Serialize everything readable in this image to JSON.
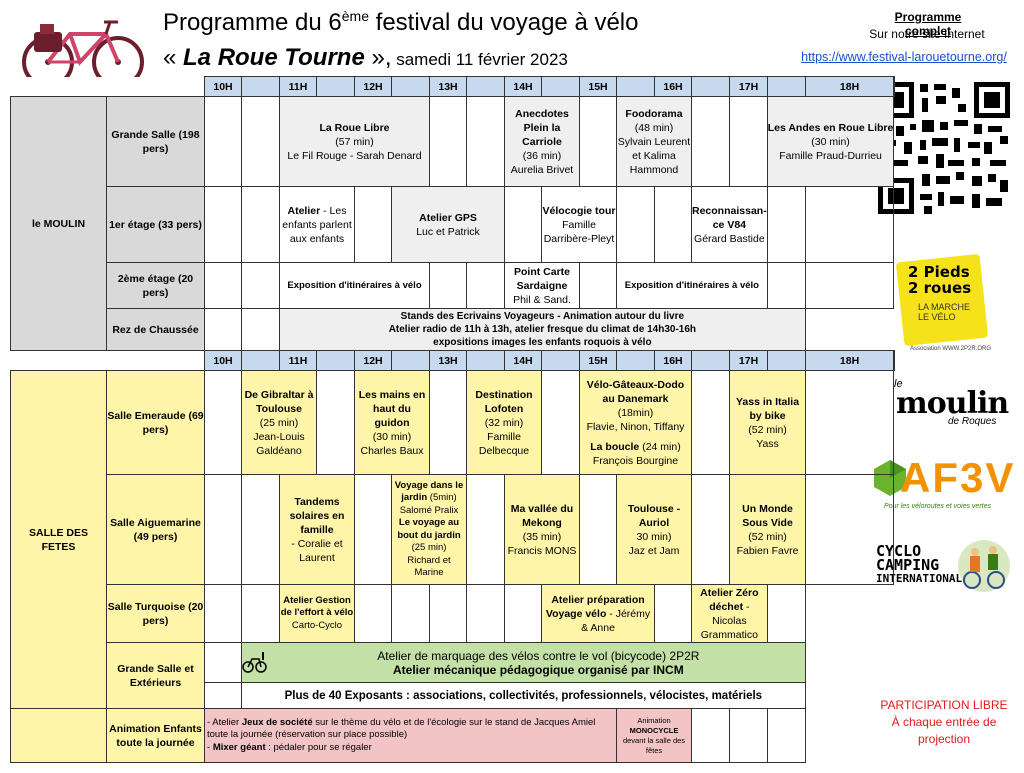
{
  "header": {
    "title_prefix": "Programme du 6",
    "title_sup": "ème",
    "title_suffix": " festival du voyage à vélo",
    "line2_open": "« ",
    "line2_name": "La Roue Tourne",
    "line2_close": " »,",
    "line2_date": " samedi 11 février 2023"
  },
  "program_link": {
    "title": "Programme complet",
    "subtitle": "Sur notre site Internet",
    "url": "https://www.festival-larouetourne.org/"
  },
  "hours": [
    "10H",
    "11H",
    "12H",
    "13H",
    "14H",
    "15H",
    "16H",
    "17H",
    "18H"
  ],
  "moulin": {
    "label": "le MOULIN",
    "rooms": {
      "grande_salle": "Grande Salle (198 pers)",
      "etage1": "1er étage (33 pers)",
      "etage2": "2ème étage (20 pers)",
      "rez": "Rez de Chaussée"
    },
    "events": {
      "roue_libre": {
        "title": "La Roue Libre",
        "duration": "(57 min)",
        "people": "Le Fil Rouge - Sarah Denard"
      },
      "anecdotes": {
        "title": "Anecdotes Plein la Carriole",
        "duration": "(36 min)",
        "people": "Aurelia Brivet"
      },
      "foodorama": {
        "title": "Foodorama",
        "duration": "(48 min)",
        "people": "Sylvain Leurent et Kalima Hammond"
      },
      "andes": {
        "title": "Les Andes en Roue Libre",
        "duration": "(30 min)",
        "people": "Famille Praud-Durrieu"
      },
      "atelier_enfants": {
        "title": "Atelier",
        "desc": "- Les enfants parlent aux enfants"
      },
      "atelier_gps": {
        "title": "Atelier GPS",
        "people": "Luc et Patrick"
      },
      "velocogie": {
        "title": "Vélocogie tour",
        "people": "Famille Darribère-Pleyt"
      },
      "reconnaissance": {
        "title": "Reconnaissan-ce V84",
        "people": "Gérard Bastide"
      },
      "expo1": "Exposition d'itinéraires à vélo",
      "point_carte": {
        "title": "Point Carte Sardaigne",
        "people": "Phil & Sand."
      },
      "expo2": "Exposition d'itinéraires à vélo",
      "rez_line1": "Stands des Ecrivains Voyageurs - Animation autour du livre",
      "rez_line2": "Atelier radio de 11h à 13h, atelier fresque du climat de 14h30-16h",
      "rez_line3": "expositions images les enfants roquois à vélo"
    }
  },
  "fetes": {
    "label": "SALLE DES FETES",
    "rooms": {
      "emeraude": "Salle Emeraude (69 pers)",
      "aiguemarine": "Salle Aiguemarine (49 pers)",
      "turquoise": "Salle Turquoise (20 pers)",
      "grande_ext": "Grande Salle et Extérieurs",
      "animation": "Animation Enfants toute la journée"
    },
    "events": {
      "gibraltar": {
        "title": "De Gibraltar à Toulouse",
        "duration": "(25 min)",
        "people": "Jean-Louis Galdéano"
      },
      "mains": {
        "title": "Les mains en haut du guidon",
        "duration": "(30 min)",
        "people": "Charles Baux"
      },
      "lofoten": {
        "title": "Destination Lofoten",
        "duration": "(32 min)",
        "people": "Famille Delbecque"
      },
      "gateaux": {
        "title": "Vélo-Gâteaux-Dodo au Danemark",
        "duration": "(18min)",
        "people": "Flavie, Ninon, Tiffany"
      },
      "boucle": {
        "title": "La boucle",
        "duration": "(24 min)",
        "people": "François Bourgine"
      },
      "yass": {
        "title": "Yass in Italia by bike",
        "duration": "(52 min)",
        "people": "Yass"
      },
      "tandems": {
        "title": "Tandems solaires en famille",
        "people": "- Coralie et Laurent"
      },
      "voyage_jardin": {
        "title": "Voyage dans le jardin",
        "duration": "(5min)",
        "people": "Salomé Pralix"
      },
      "voyage_bout": {
        "title": "Le voyage au bout du jardin",
        "duration": "(25 min)",
        "people": "Richard et Marine"
      },
      "mekong": {
        "title": "Ma vallée du Mekong",
        "duration": "(35 min)",
        "people": "Francis MONS"
      },
      "toulouse_auriol": {
        "title": "Toulouse - Auriol",
        "duration": "30 min)",
        "people": "Jaz et Jam"
      },
      "monde": {
        "title": "Un Monde Sous Vide",
        "duration": "(52 min)",
        "people": "Fabien Favre"
      },
      "gestion": {
        "title": "Atelier Gestion de l'effort à vélo",
        "people": "Carto-Cyclo"
      },
      "preparation": {
        "title": "Atelier préparation Voyage vélo",
        "people": "- Jérémy & Anne"
      },
      "zero": {
        "title": "Atelier Zéro déchet",
        "people": "- Nicolas Grammatico"
      },
      "marquage1": "Atelier de marquage des vélos contre le vol (bicycode) 2P2R",
      "marquage2": "Atelier mécanique pédagogique organisé par INCM",
      "exposants": "Plus de 40 Exposants : associations, collectivités, professionnels, vélocistes, matériels",
      "anim1_pre": "- Atelier ",
      "anim1_bold": "Jeux de société",
      "anim1_post": " sur le thème du vélo et de l'écologie sur le stand de Jacques Amiel toute la journée (réservation sur place possible)",
      "anim2_pre": "- ",
      "anim2_bold": "Mixer géant",
      "anim2_post": " : pédaler pour se régaler",
      "monocycle_pre": "Animation",
      "monocycle_bold": "MONOCYCLE",
      "monocycle_post": "devant la salle des fêtes"
    }
  },
  "sidebar_logos": {
    "pieds_roues": {
      "line1": "2 Pieds",
      "line2": "2 roues",
      "line3": "LA MARCHE",
      "line4": "LE VÉLO",
      "caption": "Association  WWW.2P2R.ORG"
    },
    "moulin": {
      "line1": "le",
      "line2": "moulin",
      "line3": "de Roques"
    },
    "af3v": {
      "name": "AF3V",
      "caption": "Pour les véloroutes et voies vertes"
    },
    "cyclo": {
      "line1": "CYCLO",
      "line2": "CAMPING",
      "line3": "INTERNATIONAL"
    }
  },
  "participation": {
    "line1": "PARTICIPATION LIBRE",
    "line2": "À chaque entrée de",
    "line3": "projection"
  },
  "colors": {
    "header_blue": "#c6d9ee",
    "moulin_gray": "#d9d9d9",
    "fetes_yellow": "#fff5a8",
    "green": "#c3e0a6",
    "pink": "#f3c4c6",
    "participation_red": "#e0191f"
  }
}
